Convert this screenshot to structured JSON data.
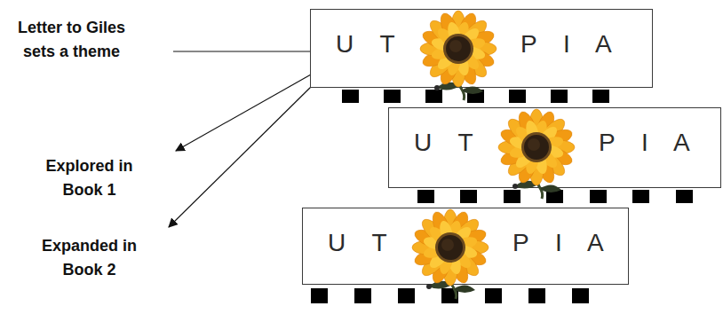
{
  "diagram": {
    "nodes": [
      {
        "text": [
          "U T",
          "P I A"
        ]
      },
      {
        "text": [
          "U T",
          "P I A"
        ]
      },
      {
        "text": [
          "U T",
          "P I A"
        ]
      }
    ],
    "labels": [
      "Letter to Giles sets a theme",
      "Explored in Book 1",
      "Expanded in Book 2"
    ]
  }
}
